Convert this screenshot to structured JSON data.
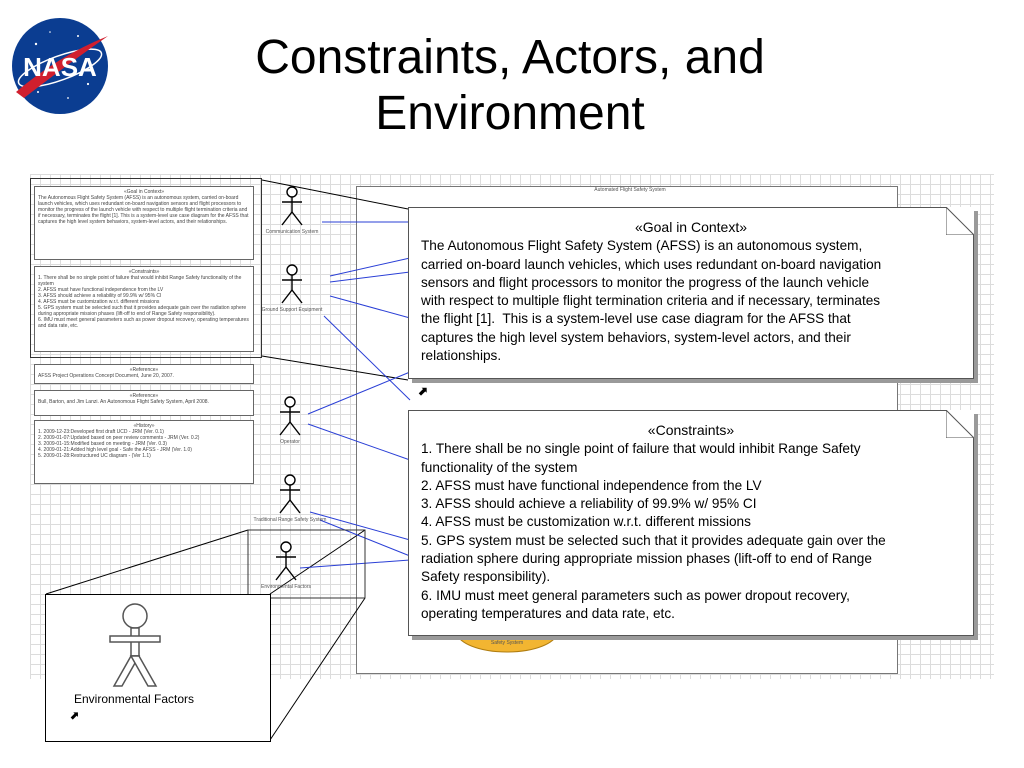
{
  "title": "Constraints, Actors, and Environment",
  "logo": {
    "text": "NASA",
    "icon": "nasa-logo-icon"
  },
  "diagram": {
    "system_boundary_label": "Automated Flight Safety System",
    "actors": [
      {
        "name": "Communication System"
      },
      {
        "name": "Ground Support Equipment"
      },
      {
        "name": "Operator"
      },
      {
        "name": "Traditional Range Safety System"
      },
      {
        "name": "Environmental Factors"
      }
    ],
    "use_case_label": "Safety System",
    "small_notes": {
      "goal": {
        "stereotype": "«Goal in Context»",
        "text": "The Autonomous Flight Safety System (AFSS) is an autonomous system, carried on-board launch vehicles, which uses redundant on-board navigation sensors and flight processors to monitor the progress of the launch vehicle with respect to multiple flight termination criteria and if necessary, terminates the flight [1].  This is a system-level use case diagram for the AFSS that captures the high level system behaviors, system-level actors, and their relationships."
      },
      "constraints": {
        "stereotype": "«Constraints»",
        "lines": [
          "1. There shall be no single point of failure that would inhibit Range Safety functionality of the system",
          "2. AFSS must have functional independence from the LV",
          "3. AFSS should achieve a reliability of 99.9% w/ 95% CI",
          "4. AFSS must be customization w.r.t. different missions",
          "5. GPS system must be selected such that it provides adequate gain over the radiation sphere during appropriate mission phases (lift-off to end of Range Safety responsibility).",
          "6. IMU must meet general parameters such as power dropout recovery, operating temperatures and data rate, etc."
        ]
      },
      "reference1": {
        "stereotype": "«Reference»",
        "text": "AFSS Project Operations Concept Document, June 20, 2007."
      },
      "reference2": {
        "stereotype": "«Reference»",
        "text": "Bull, Barton, and Jim Lanzi.  An Autonomous Flight Safety System, April 2008."
      },
      "history": {
        "stereotype": "«History»",
        "lines": [
          "1.  2009-12-23:Developed first draft UCD - JRM (Ver. 0.1)",
          "2.  2009-01-07:Updated based on peer review comments - JRM (Ver. 0.2)",
          "3.  2009-01-15:Modified based on meeting - JRM (Ver. 0.3)",
          "4.  2009-01-21:Added high level goal - Safe the AFSS - JRM (Ver. 1.0)",
          "5.  2009-01-28:Restructured UC diagram - (Ver 1.1)"
        ]
      }
    },
    "zoom_goal": {
      "stereotype": "«Goal in Context»",
      "lines": [
        "The Autonomous Flight Safety System (AFSS) is an autonomous system,",
        "carried on-board launch vehicles, which uses redundant on-board navigation",
        "sensors and flight processors to monitor the progress of the launch vehicle",
        "with respect to multiple flight termination criteria and if necessary, terminates",
        "the flight [1].  This is a system-level use case diagram for the AFSS that",
        "captures the high level system behaviors, system-level actors, and their",
        "relationships."
      ]
    },
    "zoom_constraints": {
      "stereotype": "«Constraints»",
      "lines": [
        "1. There shall be no single point of failure that would inhibit Range Safety",
        "functionality of the system",
        "2. AFSS must have functional independence from the LV",
        "3. AFSS should achieve a reliability of 99.9% w/ 95% CI",
        "4. AFSS must be customization w.r.t. different missions",
        "5. GPS system must be selected such that it provides adequate gain over the",
        "radiation sphere during appropriate mission phases (lift-off to end of Range",
        "Safety responsibility).",
        "6. IMU must meet general parameters such as power dropout recovery,",
        "operating temperatures and data rate, etc."
      ]
    },
    "zoom_actor": {
      "name": "Environmental Factors"
    }
  },
  "colors": {
    "connector": "#2a3fd6",
    "use_case_fill": "#f2b531",
    "note_border": "#555555"
  }
}
